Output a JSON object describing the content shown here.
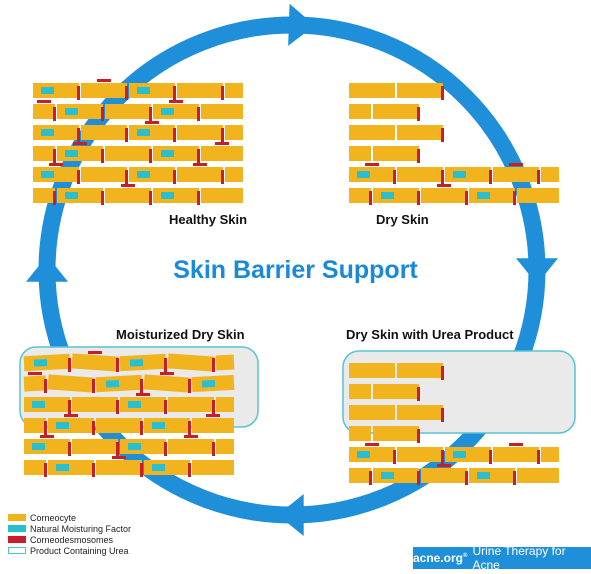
{
  "title": "Skin Barrier Support",
  "colors": {
    "corneocyte": "#f2b41e",
    "nmf": "#28c0d0",
    "corneodesmosome": "#c81e2a",
    "urea_fill": "#eaeaea",
    "urea_border": "#56c3d2",
    "arrow": "#1e8fd8",
    "title": "#1a8ad8"
  },
  "panels": [
    {
      "id": "healthy",
      "label": "Healthy Skin"
    },
    {
      "id": "dry",
      "label": "Dry Skin"
    },
    {
      "id": "dry-urea",
      "label": "Dry Skin with Urea Product"
    },
    {
      "id": "moisturized",
      "label": "Moisturized Dry Skin"
    }
  ],
  "legend": [
    {
      "label": "Corneocyte",
      "color": "#f2b41e",
      "outline": false
    },
    {
      "label": "Natural Moisturing Factor",
      "color": "#28c0d0",
      "outline": false
    },
    {
      "label": "Corneodesmosomes",
      "color": "#c81e2a",
      "outline": false
    },
    {
      "label": "Product Containing Urea",
      "color": "#56c3d2",
      "outline": true
    }
  ],
  "footer": {
    "brand": "acne.org",
    "trademark": "®",
    "tagline": "Urine Therapy for Acne"
  }
}
